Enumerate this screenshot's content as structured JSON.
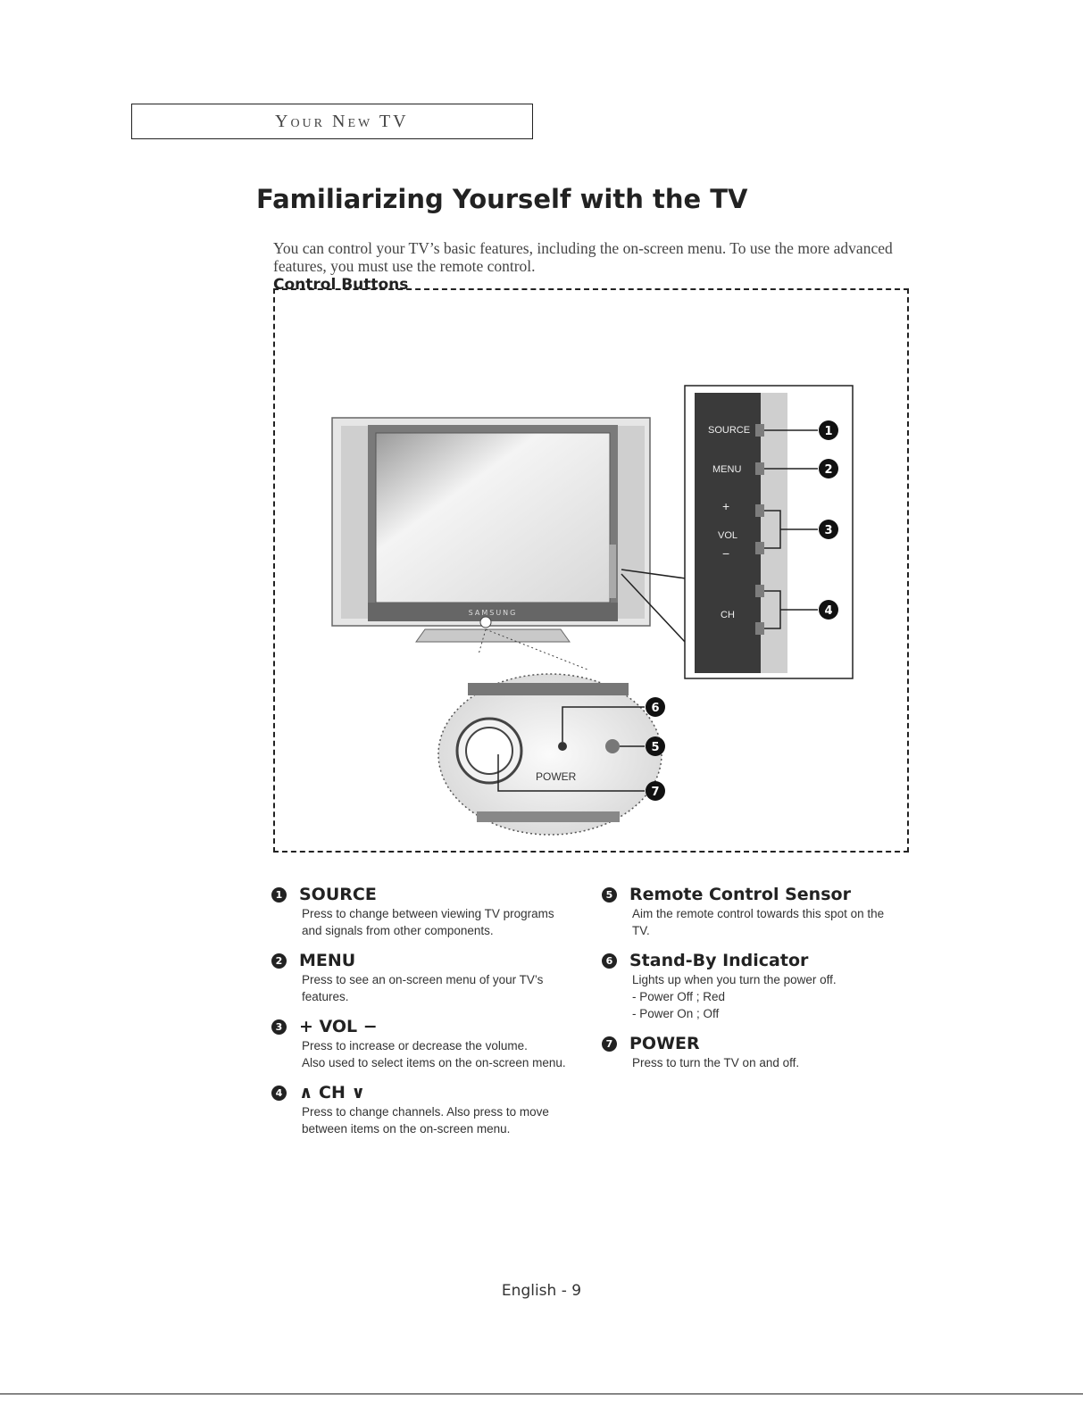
{
  "header": {
    "section_label": "Your New TV",
    "title": "Familiarizing Yourself with the TV",
    "subtitle": "Control Buttons",
    "intro": "You can control your TV’s basic features, including the on-screen menu. To use the more advanced features, you must use the remote control."
  },
  "figure": {
    "panel_labels": {
      "source": "SOURCE",
      "menu": "MENU",
      "plus": "+",
      "vol": "VOL",
      "minus": "−",
      "ch": "CH"
    },
    "power_label": "POWER",
    "brand": "SAMSUNG",
    "callouts": [
      "1",
      "2",
      "3",
      "4",
      "6",
      "5",
      "7"
    ]
  },
  "items_left": [
    {
      "num": "1",
      "title": "SOURCE",
      "desc": "Press to change between viewing TV programs\nand signals from other components."
    },
    {
      "num": "2",
      "title": "MENU",
      "desc": "Press to see an on-screen menu of your TV’s\nfeatures."
    },
    {
      "num": "3",
      "title": "+ VOL −",
      "desc": "Press to increase or decrease the volume.\nAlso used to select items on the on-screen menu."
    },
    {
      "num": "4",
      "title": "∧ CH ∨",
      "desc": "Press to change channels. Also press to move\nbetween items on the on-screen menu."
    }
  ],
  "items_right": [
    {
      "num": "5",
      "title": "Remote Control Sensor",
      "desc": "Aim the remote control towards this spot on the\nTV."
    },
    {
      "num": "6",
      "title": "Stand-By Indicator",
      "desc": "Lights up when you turn the power off.\n- Power Off ; Red\n- Power On ; Off"
    },
    {
      "num": "7",
      "title": "POWER",
      "desc": "Press to turn the TV on and off."
    }
  ],
  "footer": {
    "page": "English - 9"
  }
}
